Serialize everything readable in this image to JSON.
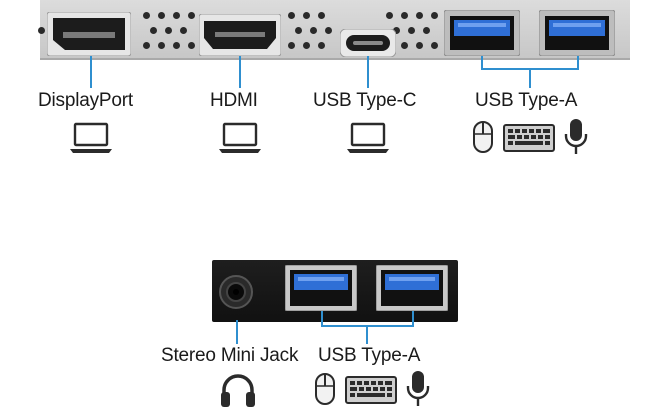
{
  "top_panel": {
    "ports": [
      {
        "name": "DisplayPort",
        "label": "DisplayPort",
        "devices": [
          "laptop-icon"
        ]
      },
      {
        "name": "HDMI",
        "label": "HDMI",
        "devices": [
          "laptop-icon"
        ]
      },
      {
        "name": "USB Type-C",
        "label": "USB Type-C",
        "devices": [
          "laptop-icon"
        ]
      },
      {
        "name": "USB Type-A",
        "label": "USB Type-A",
        "devices": [
          "mouse-icon",
          "keyboard-icon",
          "microphone-icon"
        ]
      }
    ]
  },
  "bottom_panel": {
    "ports": [
      {
        "name": "Stereo Mini Jack",
        "label": "Stereo Mini Jack",
        "devices": [
          "headphones-icon"
        ]
      },
      {
        "name": "USB Type-A",
        "label": "USB Type-A",
        "devices": [
          "mouse-icon",
          "keyboard-icon",
          "microphone-icon"
        ]
      }
    ]
  },
  "colors": {
    "connector_line": "#2f8fcf",
    "usb_blue": "#2f6fd6",
    "panel_top": "#d1d1d1",
    "panel_bottom": "#161616"
  }
}
